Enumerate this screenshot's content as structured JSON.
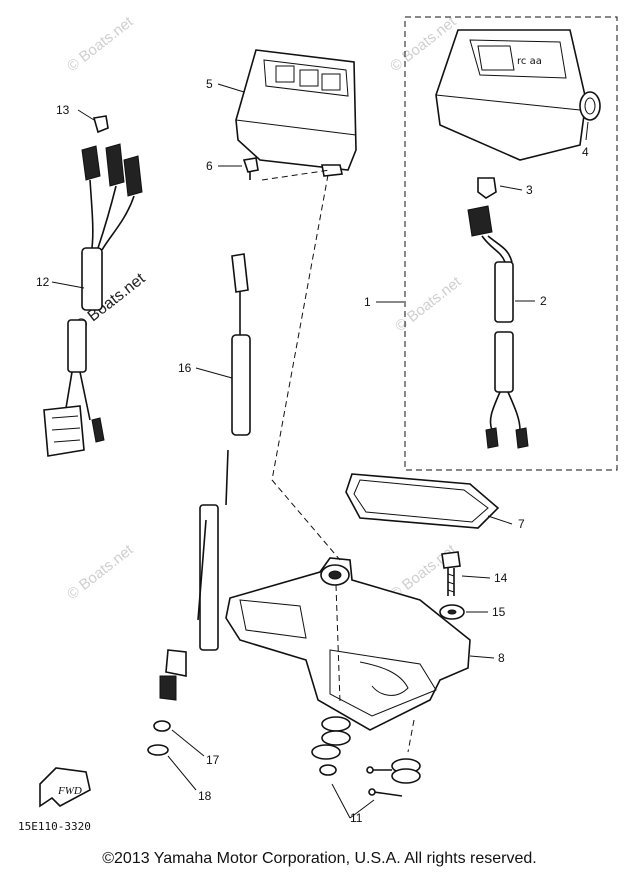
{
  "watermark": "© Boats.net",
  "part_code": "15E110-3320",
  "fwd_label": "FWD",
  "copyright": "©2013 Yamaha Motor Corporation, U.S.A. All rights reserved.",
  "callouts": [
    "1",
    "2",
    "3",
    "4",
    "5",
    "6",
    "7",
    "8",
    "11",
    "12",
    "13",
    "14",
    "15",
    "16",
    "17",
    "18"
  ]
}
